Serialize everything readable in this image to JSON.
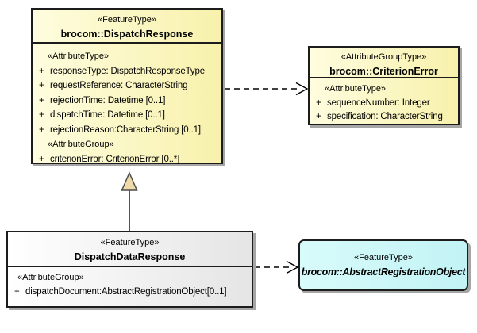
{
  "diagram": {
    "type": "uml-class-diagram",
    "background_color": "#FFFFFF",
    "colors": {
      "class_fill_yellow_left": "#FEFDDE",
      "class_fill_yellow_right": "#F8F1AC",
      "class_fill_neutral_left": "#FFFFFF",
      "class_fill_neutral_right": "#E5E5E5",
      "class_fill_cyan_left": "#D8FBFB",
      "class_fill_cyan_right": "#C2F3F5",
      "border": "#1C1C1C",
      "shadow": "#A6A6A6",
      "connector": "#000000",
      "generalization_triangle_fill": "#EFDAA9"
    }
  },
  "classes": {
    "dispatch_response": {
      "stereotype": "«FeatureType»",
      "name": "brocom::DispatchResponse",
      "sections": [
        {
          "label": "«AttributeType»",
          "attributes": [
            {
              "vis": "+",
              "text": "responseType: DispatchResponseType"
            },
            {
              "vis": "+",
              "text": "requestReference: CharacterString"
            },
            {
              "vis": "+",
              "text": "rejectionTime: Datetime [0..1]"
            },
            {
              "vis": "+",
              "text": "dispatchTime: Datetime [0..1]"
            },
            {
              "vis": "+",
              "text": "rejectionReason:CharacterString [0..1]"
            }
          ]
        },
        {
          "label": "«AttributeGroup»",
          "attributes": [
            {
              "vis": "+",
              "text": "criterionError: CriterionError [0..*]"
            }
          ]
        }
      ]
    },
    "criterion_error": {
      "stereotype": "«AttributeGroupType»",
      "name": "brocom::CriterionError",
      "sections": [
        {
          "label": "«AttributeType»",
          "attributes": [
            {
              "vis": "+",
              "text": "sequenceNumber: Integer"
            },
            {
              "vis": "+",
              "text": "specification: CharacterString"
            }
          ]
        }
      ]
    },
    "dispatch_data_response": {
      "stereotype": "«FeatureType»",
      "name": "DispatchDataResponse",
      "sections": [
        {
          "label": "«AttributeGroup»",
          "attributes": [
            {
              "vis": "+",
              "text": "dispatchDocument:AbstractRegistrationObject[0..1]"
            }
          ]
        }
      ]
    },
    "abstract_registration_object": {
      "stereotype": "«FeatureType»",
      "name": "brocom::AbstractRegistrationObject"
    }
  },
  "relationships": [
    {
      "type": "dependency",
      "from": "brocom::DispatchResponse",
      "to": "brocom::CriterionError",
      "line": "dashed",
      "arrowhead": "open"
    },
    {
      "type": "generalization",
      "from": "DispatchDataResponse",
      "to": "brocom::DispatchResponse",
      "line": "solid",
      "arrowhead": "hollow-triangle"
    },
    {
      "type": "dependency",
      "from": "DispatchDataResponse",
      "to": "brocom::AbstractRegistrationObject",
      "line": "dashed",
      "arrowhead": "open"
    }
  ]
}
